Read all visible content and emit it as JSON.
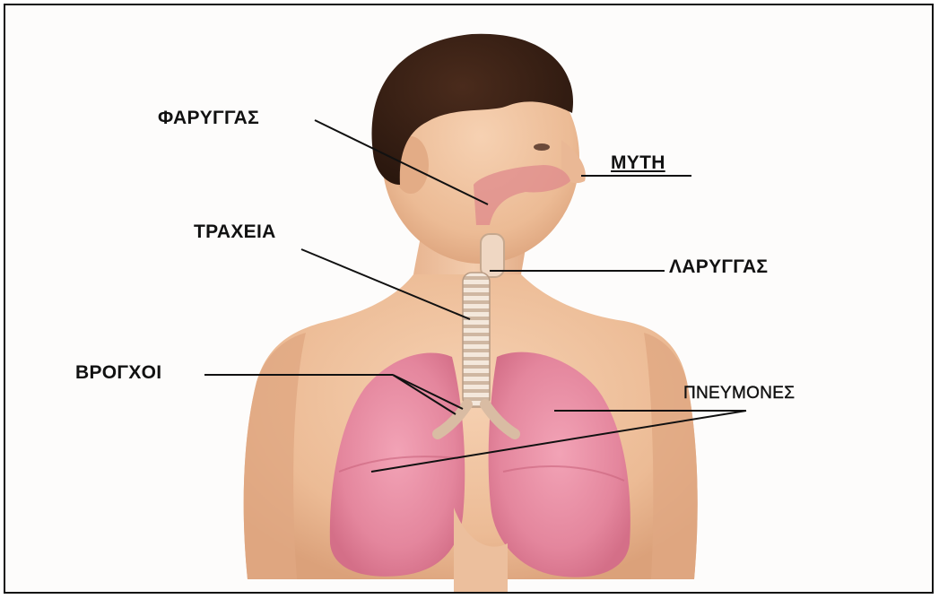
{
  "diagram": {
    "labels": {
      "pharynx": "ΦΑΡΥΓΓΑΣ",
      "nose": "ΜΥΤΗ",
      "trachea": "ΤΡΑΧΕΙΑ",
      "larynx": "ΛΑΡΥΓΓΑΣ",
      "bronchi": "ΒΡΟΓΧΟΙ",
      "lungs": "ΠΝΕΥΜΟΝΕΣ"
    }
  }
}
